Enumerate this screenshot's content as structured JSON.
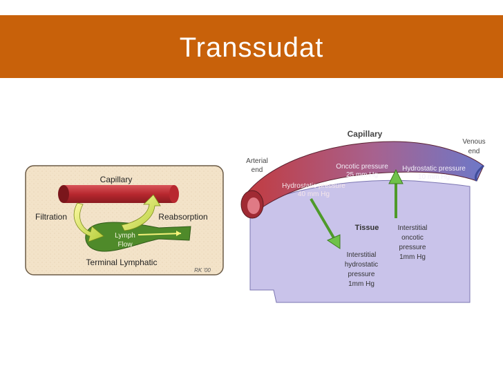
{
  "title": "Transsudat",
  "left_diagram": {
    "capillary_label": "Capillary",
    "filtration_label": "Filtration",
    "reabsorption_label": "Reabsorption",
    "lymph_label_line1": "Lymph",
    "lymph_label_line2": "Flow",
    "terminal_label": "Terminal Lymphatic",
    "signature": "RK '00"
  },
  "right_diagram": {
    "capillary_label": "Capillary",
    "arterial_line1": "Arterial",
    "arterial_line2": "end",
    "venous_line1": "Venous",
    "venous_line2": "end",
    "oncotic_line1": "Oncotic pressure",
    "oncotic_line2": "25 mm Hg",
    "hydrostatic_venous_line1": "Hydrostatic pressure",
    "hydrostatic_venous_line2": "10 mm Hg",
    "hydrostatic_arterial_line1": "Hydrostatic pressure",
    "hydrostatic_arterial_line2": "40 mm Hg",
    "tissue_label": "Tissue",
    "interstitial_oncotic_line1": "Interstitial",
    "interstitial_oncotic_line2": "oncotic",
    "interstitial_oncotic_line3": "pressure",
    "interstitial_oncotic_line4": "1mm Hg",
    "interstitial_hydro_line1": "Interstitial",
    "interstitial_hydro_line2": "hydrostatic",
    "interstitial_hydro_line3": "pressure",
    "interstitial_hydro_line4": "1mm Hg"
  },
  "colors": {
    "title_bar": "#c8610a",
    "capillary_red": "#c23a3e",
    "tissue_lavender": "#c9c3ea",
    "arrow_green": "#6fc24a",
    "lymph_green": "#4f8a2a",
    "panel_beige": "#f3e3c9"
  }
}
